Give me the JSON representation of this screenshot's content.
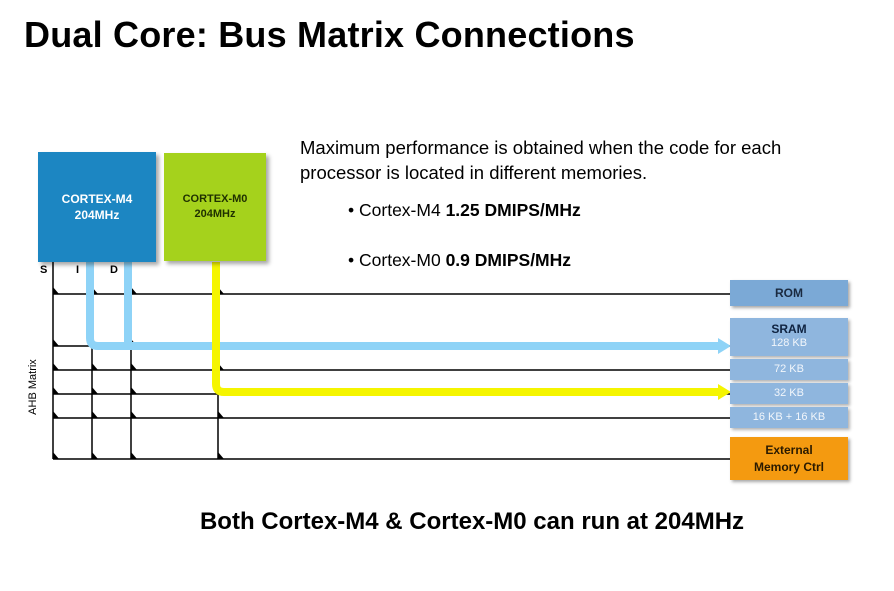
{
  "title": "Dual Core: Bus Matrix Connections",
  "description": "Maximum performance is obtained when the code for each processor is located in different memories.",
  "bullets": [
    {
      "prefix": "Cortex-M4",
      "value": "1.25 DMIPS/MHz"
    },
    {
      "prefix": "Cortex-M0",
      "value": "0.9 DMIPS/MHz"
    }
  ],
  "cores": {
    "m4": {
      "name": "CORTEX-M4",
      "freq": "204MHz",
      "color": "#1c86c2"
    },
    "m0": {
      "name": "CORTEX-M0",
      "freq": "204MHz",
      "color": "#a5d21c"
    }
  },
  "ports": [
    "S",
    "I",
    "D"
  ],
  "matrix_label": "AHB Matrix",
  "memories": {
    "rom": "ROM",
    "sram": {
      "label": "SRAM",
      "banks": [
        "128 KB",
        "72 KB",
        "32 KB",
        "16 KB + 16 KB"
      ]
    },
    "external": {
      "line1": "External",
      "line2": "Memory Ctrl"
    }
  },
  "footer": "Both Cortex-M4 & Cortex-M0 can run at 204MHz",
  "colors": {
    "m4_path": "#8ed3f7",
    "m0_path": "#f5f500",
    "memory": "#7ba9d6",
    "external": "#f49a10"
  }
}
